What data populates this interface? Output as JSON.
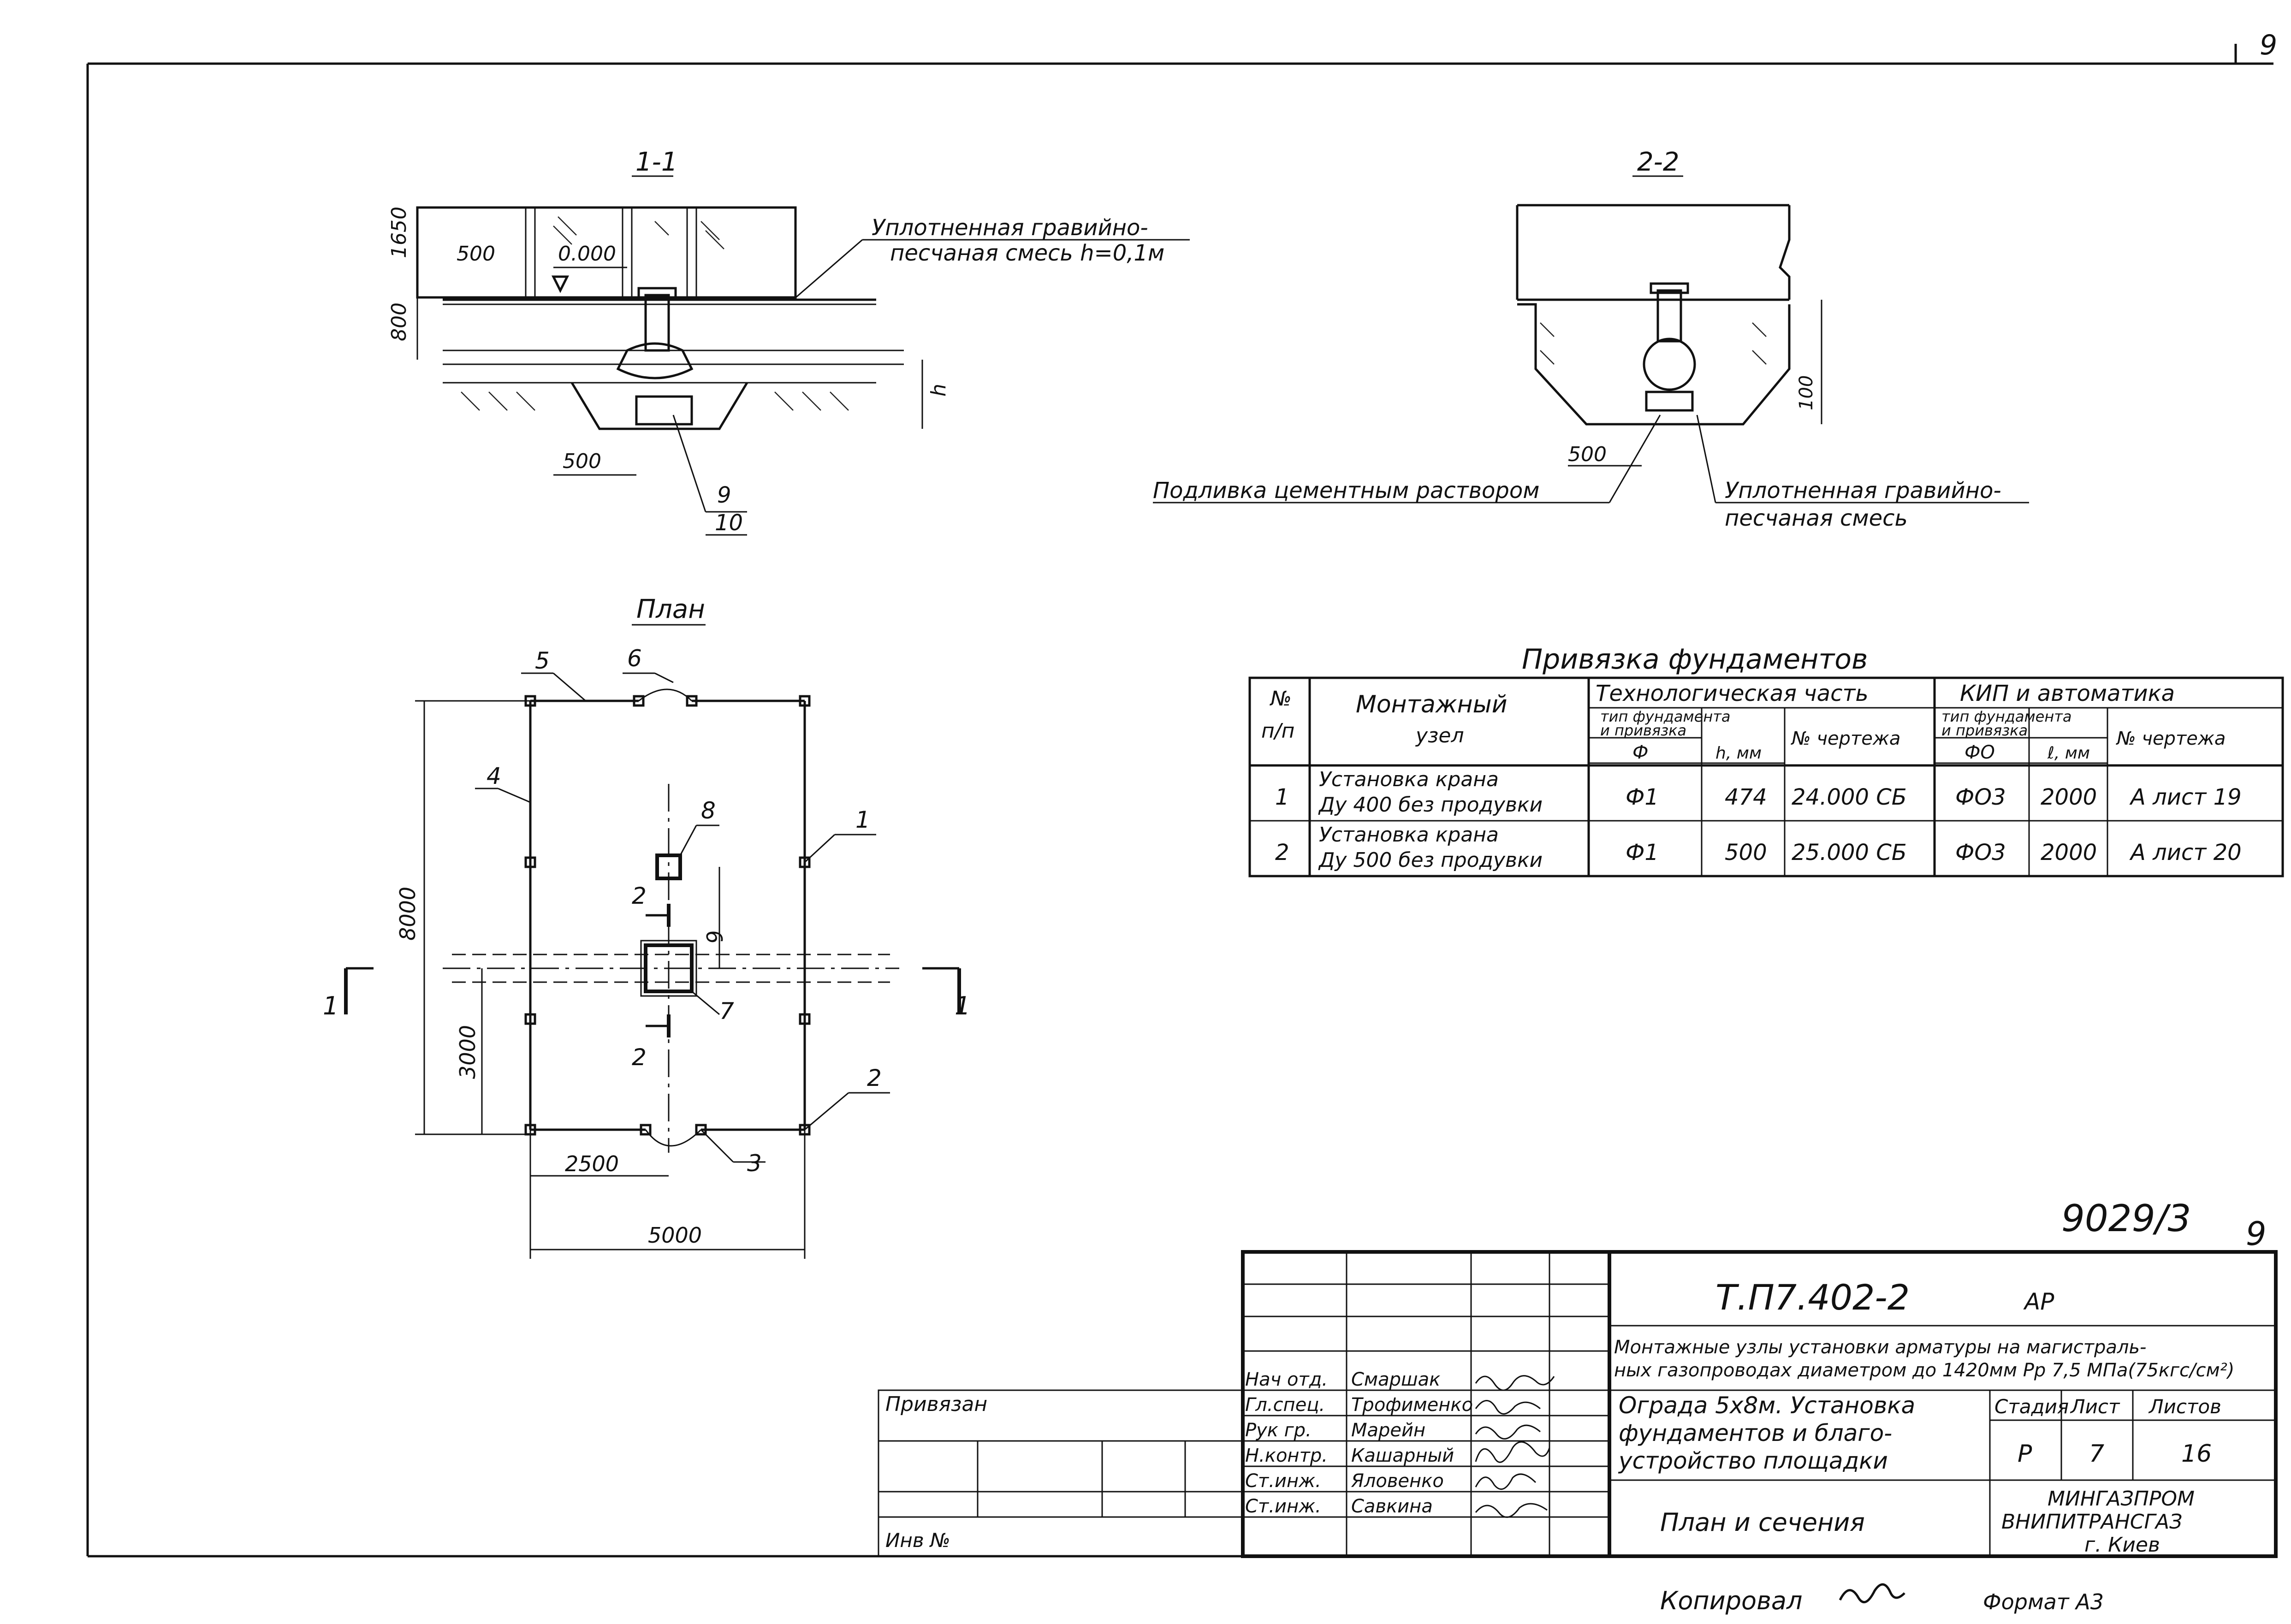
{
  "page": {
    "sheet_corner": "9",
    "doc_number": "9029/3",
    "doc_number_suffix": "9",
    "footer_copied": "Копировал",
    "footer_format": "Формат А3"
  },
  "section_1_1": {
    "title": "1-1",
    "dims": [
      "1650",
      "800",
      "500",
      "500",
      "h"
    ],
    "level": "0.000",
    "note": [
      "Уплотненная гравийно-",
      "песчаная смесь  h=0,1м"
    ],
    "callouts": [
      "9",
      "10"
    ]
  },
  "section_2_2": {
    "title": "2-2",
    "dims": [
      "100",
      "500"
    ],
    "note_left": "Подливка цементным раствором",
    "note_right": [
      "Уплотненная гравийно-",
      "песчаная смесь"
    ]
  },
  "plan": {
    "title": "План",
    "dims": [
      "8000",
      "3000",
      "2500",
      "5000",
      "6"
    ],
    "callouts": [
      "1",
      "2",
      "3",
      "4",
      "5",
      "6",
      "7",
      "8"
    ],
    "section_marks": [
      "1",
      "1",
      "2",
      "2"
    ]
  },
  "foundation_table": {
    "title": "Привязка фундаментов",
    "headers": {
      "num": [
        "№",
        "п/п"
      ],
      "node": [
        "Монтажный",
        "узел"
      ],
      "tech": "Технологическая часть",
      "tech_type": [
        "тип фундамента",
        "и привязка"
      ],
      "tech_phi": "Ф",
      "tech_h": "h, мм",
      "tech_drawing": "№ чертежа",
      "kip": "КИП и автоматика",
      "kip_type": [
        "тип фундамента",
        "и привязка"
      ],
      "kip_fo": "ФО",
      "kip_l": "ℓ, мм",
      "kip_drawing": "№ чертежа"
    },
    "rows": [
      {
        "n": "1",
        "node": [
          "Установка крана",
          "Ду 400 без продувки"
        ],
        "phi": "Ф1",
        "h": "474",
        "drawing": "24.000 СБ",
        "fo": "ФО3",
        "l": "2000",
        "kip_drawing": "А лист 19"
      },
      {
        "n": "2",
        "node": [
          "Установка крана",
          "Ду 500 без продувки"
        ],
        "phi": "Ф1",
        "h": "500",
        "drawing": "25.000 СБ",
        "fo": "ФО3",
        "l": "2000",
        "kip_drawing": "А лист 20"
      }
    ]
  },
  "title_block": {
    "code": "Т.П7.402-2",
    "code_suffix": "АР",
    "description": [
      "Монтажные узлы установки арматуры на магистраль-",
      "ных газопроводах диаметром до 1420мм Рр 7,5 МПа(75кгс/см²)"
    ],
    "subject": [
      "Ограда 5х8м. Установка",
      "фундаментов и благо-",
      "устройство площадки"
    ],
    "sheet_title": "План и сечения",
    "stage_label": "Стадия",
    "sheet_label": "Лист",
    "sheets_label": "Листов",
    "stage": "Р",
    "sheet": "7",
    "sheets": "16",
    "org": [
      "МИНГАЗПРОМ",
      "ВНИПИТРАНСГАЗ",
      "г. Киев"
    ],
    "linked": "Привязан",
    "inv": "Инв №",
    "roles": [
      "Нач отд.",
      "Гл.спец.",
      "Рук гр.",
      "Н.контр.",
      "Ст.инж.",
      "Ст.инж."
    ],
    "names": [
      "Смаршак",
      "Трофименко",
      "Марейн",
      "Кашарный",
      "Яловенко",
      "Савкина"
    ]
  }
}
